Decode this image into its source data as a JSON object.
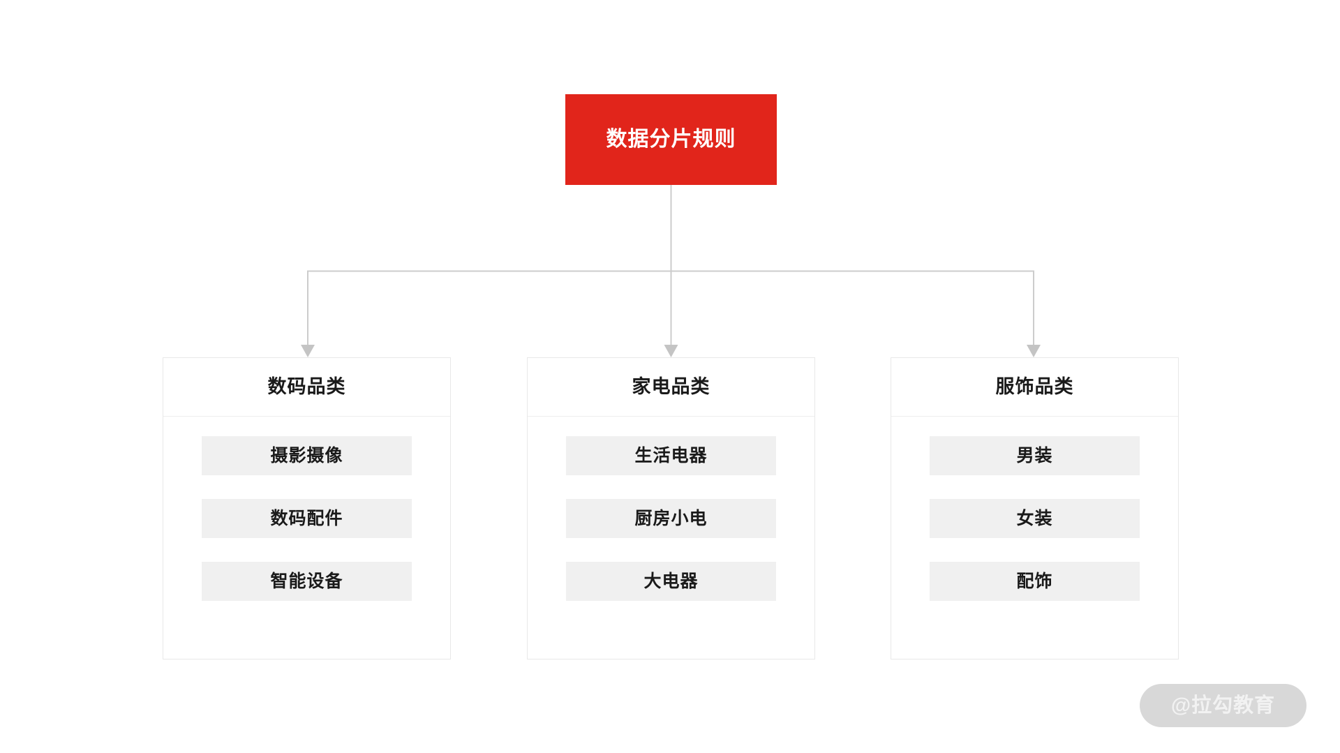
{
  "diagram": {
    "root": {
      "label": "数据分片规则",
      "bg_color": "#e1251b",
      "text_color": "#ffffff"
    },
    "connector": {
      "line_color": "#cccccc",
      "arrow_color": "#c4c4c4"
    },
    "columns": [
      {
        "header": "数码品类",
        "items": [
          "摄影摄像",
          "数码配件",
          "智能设备"
        ]
      },
      {
        "header": "家电品类",
        "items": [
          "生活电器",
          "厨房小电",
          "大电器"
        ]
      },
      {
        "header": "服饰品类",
        "items": [
          "男装",
          "女装",
          "配饰"
        ]
      }
    ],
    "chip_bg_color": "#f0f0f0",
    "box_border_color": "#e8e8e8",
    "background_color": "#ffffff"
  },
  "watermark": {
    "label": "@拉勾教育",
    "pill_color": "#d8d8d8",
    "text_color": "#f2f2f2"
  }
}
